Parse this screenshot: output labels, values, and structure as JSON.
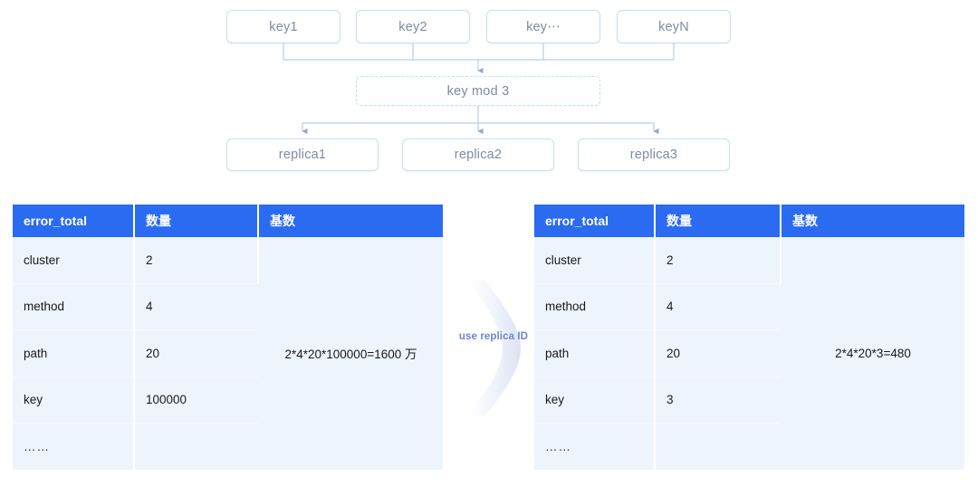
{
  "diagram": {
    "keys": [
      {
        "id": "k1",
        "label": "key1"
      },
      {
        "id": "k2",
        "label": "key2"
      },
      {
        "id": "k3",
        "label": "key⋯"
      },
      {
        "id": "k4",
        "label": "keyN"
      }
    ],
    "hash_node": {
      "label": "key mod 3",
      "style": "dashed"
    },
    "replicas": [
      {
        "id": "r1",
        "label": "replica1"
      },
      {
        "id": "r2",
        "label": "replica2"
      },
      {
        "id": "r3",
        "label": "replica3"
      }
    ],
    "colors": {
      "node_border": "#c9dcf7",
      "node_text": "#7f8ba3",
      "wire": "#b9cdea",
      "arrow": "#8fa9d6"
    }
  },
  "annotation": {
    "label": "use replica ID",
    "color": "#6d86c9"
  },
  "tables": {
    "header_color": "#2a6bf2",
    "row_color": "#eef4fc",
    "left": {
      "columns": [
        "error_total",
        "数量",
        "基数"
      ],
      "rows": [
        {
          "name": "cluster",
          "count": "2"
        },
        {
          "name": "method",
          "count": "4"
        },
        {
          "name": "path",
          "count": "20"
        },
        {
          "name": "key",
          "count": "100000"
        },
        {
          "name": "……",
          "count": ""
        }
      ],
      "cardinality": "2*4*20*100000=1600 万"
    },
    "right": {
      "columns": [
        "error_total",
        "数量",
        "基数"
      ],
      "rows": [
        {
          "name": "cluster",
          "count": "2"
        },
        {
          "name": "method",
          "count": "4"
        },
        {
          "name": "path",
          "count": "20"
        },
        {
          "name": "key",
          "count": "3"
        },
        {
          "name": "……",
          "count": ""
        }
      ],
      "cardinality": "2*4*20*3=480"
    }
  }
}
